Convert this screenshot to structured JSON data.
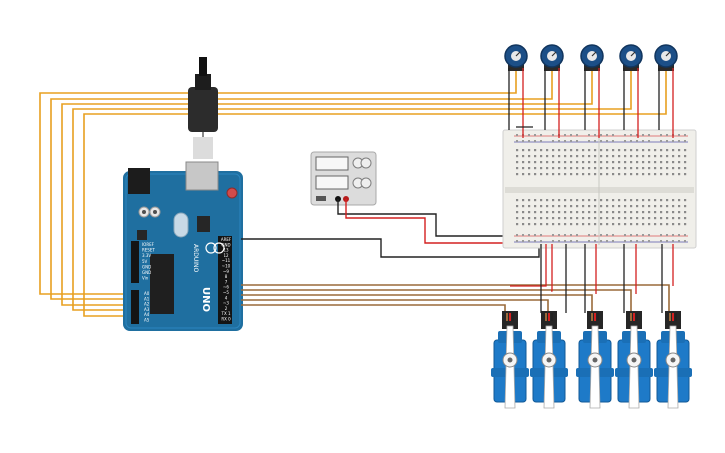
{
  "arduino": {
    "name": "UNO",
    "brand": "ARDUINO",
    "digital_labels": [
      "AREF",
      "GND",
      "13",
      "12",
      "~11",
      "~10",
      "~9",
      "8",
      "7",
      "~6",
      "~5",
      "4",
      "~3",
      "2",
      "TX 1",
      "RX 0"
    ],
    "analog_labels": [
      "A0",
      "A1",
      "A2",
      "A3",
      "A4",
      "A5"
    ],
    "power_labels": [
      "IOREF",
      "RESET",
      "3.3V",
      "5V",
      "GND",
      "GND",
      "Vin"
    ]
  },
  "colors": {
    "wire_orange": "#e8a020",
    "wire_brown": "#9a6a3a",
    "wire_red": "#d42020",
    "wire_black": "#222222",
    "arduino_blue": "#1f6fa0",
    "servo_blue": "#1e7ac8",
    "pot_blue": "#1c4f87",
    "breadboard": "#f0efea"
  },
  "components": {
    "potentiometers": 5,
    "servos": 5,
    "power_supply": 1,
    "breadboard": 1,
    "usb_cable": 1
  }
}
